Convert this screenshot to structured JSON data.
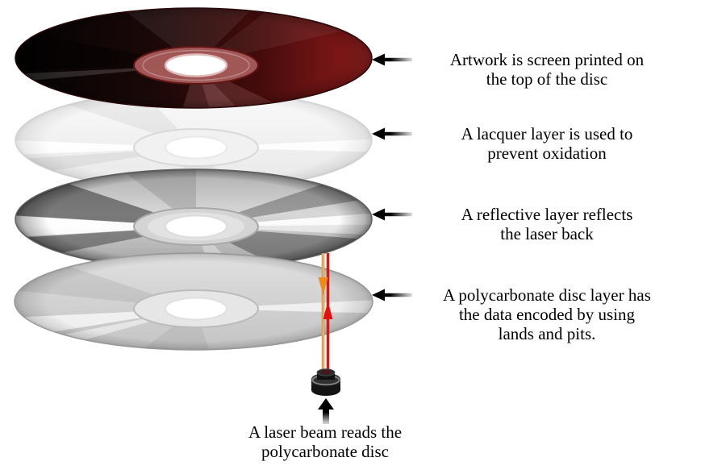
{
  "layers": [
    {
      "id": "artwork",
      "label_lines": [
        "Artwork is screen printed on",
        "the top of the disc"
      ]
    },
    {
      "id": "lacquer",
      "label_lines": [
        "A lacquer layer is used to",
        "prevent oxidation"
      ]
    },
    {
      "id": "reflective",
      "label_lines": [
        "A reflective layer reflects",
        "the laser back"
      ]
    },
    {
      "id": "polycarbonate",
      "label_lines": [
        "A polycarbonate disc layer has",
        "the data encoded by using",
        "lands and pits."
      ]
    }
  ],
  "laser": {
    "label_lines": [
      "A laser beam reads the",
      "polycarbonate disc"
    ],
    "up_beam_color": "#e01212",
    "down_beam_color": "#ef8b1e"
  },
  "colors": {
    "artwork_red": "#7e1717",
    "background": "#ffffff",
    "label_text": "#000000"
  }
}
